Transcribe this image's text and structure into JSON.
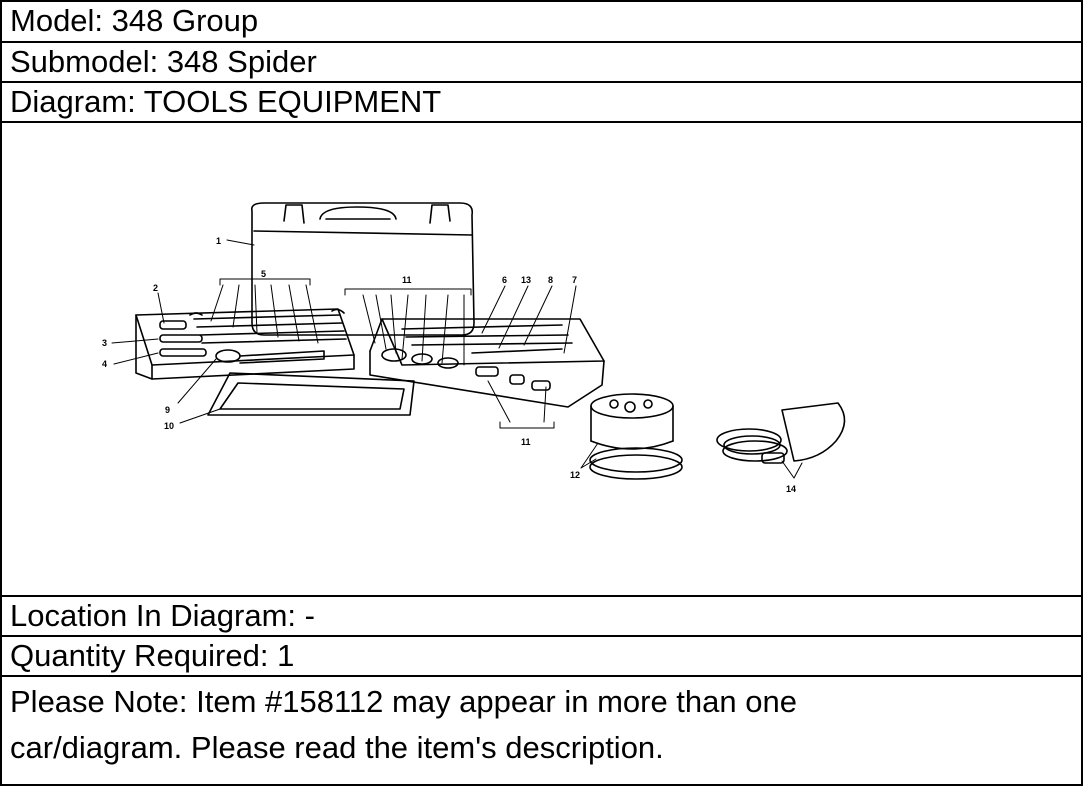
{
  "model_line": "Model: 348 Group",
  "submodel_line": "Submodel: 348 Spider",
  "diagram_line": "Diagram: TOOLS EQUIPMENT",
  "location_line": "Location In Diagram: -",
  "quantity_line": "Quantity Required: 1",
  "note_line1": "Please Note: Item #158112 may appear in more than one",
  "note_line2": "car/diagram. Please read the item's description.",
  "callouts": {
    "c1": "1",
    "c2": "2",
    "c3": "3",
    "c4": "4",
    "c5": "5",
    "c6": "6",
    "c7": "7",
    "c8": "8",
    "c9": "9",
    "c10": "10",
    "c11a": "11",
    "c11b": "11",
    "c12": "12",
    "c13": "13",
    "c14": "14"
  }
}
